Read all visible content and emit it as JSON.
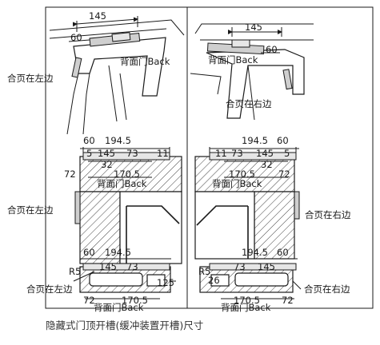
{
  "caption": "隐藏式门顶开槽(缓冲装置开槽)尺寸",
  "left": {
    "view1": {
      "dim_main": "145",
      "dim_side": "60",
      "back_label": "背面门Back",
      "hinge_label": "合页在左边"
    },
    "view2": {
      "top_a": "60",
      "top_b": "194.5",
      "row_a": "5",
      "row_b": "145",
      "row_c": "73",
      "row_d": "11",
      "dim_32": "32",
      "dim_72": "72",
      "dim_1705": "170.5",
      "back_label": "背面门Back",
      "hinge_label": "合页在左边"
    },
    "view3": {
      "top_a": "60",
      "top_b": "194.5",
      "r5": "R5",
      "row_b": "145",
      "row_c": "73",
      "dim_125": "125",
      "dim_72": "72",
      "dim_1705": "170.5",
      "back_label": "背面门Back",
      "hinge_label": "合页在左边"
    }
  },
  "right": {
    "view1": {
      "dim_main": "145",
      "dim_side": "60",
      "back_label": "背面门Back",
      "hinge_label": "合页在右边"
    },
    "view2": {
      "top_a": "194.5",
      "top_b": "60",
      "row_a": "11",
      "row_b": "73",
      "row_c": "145",
      "row_d": "5",
      "dim_32": "32",
      "dim_72": "72",
      "dim_1705": "170.5",
      "back_label": "背面门Back",
      "hinge_label": "合页在右边"
    },
    "view3": {
      "top_a": "194.5",
      "top_b": "60",
      "r5": "R5",
      "dim_26": "26",
      "row_b": "73",
      "row_c": "145",
      "dim_72": "72",
      "dim_1705": "170.5",
      "back_label": "背面门Back",
      "hinge_label": "合页在右边"
    }
  }
}
